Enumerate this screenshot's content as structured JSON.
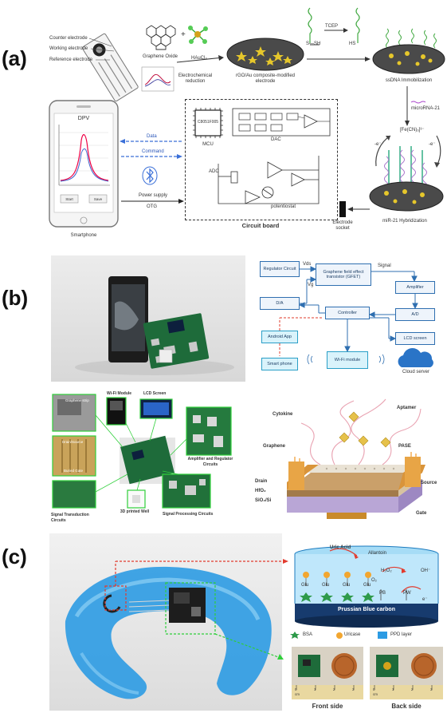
{
  "panel_labels": {
    "a": "(a)",
    "b": "(b)",
    "c": "(c)"
  },
  "panel_a": {
    "electrodes": {
      "counter": "Counter electrode",
      "working": "Working electrode",
      "reference": "Reference electrode"
    },
    "graphene_oxide": "Graphene Oxide",
    "haucl4": "HAuCl₄",
    "electrochemical_reduction": "Electrochemical reduction",
    "rgo_electrode": "rGO/Au composite-modified electrode",
    "tcep": "TCEP",
    "s_sh": "S—SH",
    "hs": "HS",
    "ssdna_immobilization": "ssDNA Immobilization",
    "microrna": "microRNA-21",
    "ferricyanide": "[Fe(CN)₆]³⁻",
    "electron": "-e⁻",
    "mir21_hybridization": "miR-21 Hybridization",
    "electrode_socket": "Electrode socket",
    "circuit_board": "Circuit board",
    "mcu": "MCU",
    "mcu_chip": "C8051F005",
    "dac": "DAC",
    "adc": "ADC",
    "potentiostat": "potentiostat",
    "data": "Data",
    "command": "Command",
    "power_supply": "Power supply",
    "otg": "OTG",
    "smartphone": "Smartphone",
    "dpv": "DPV",
    "phone_btn_left": "Start",
    "phone_btn_right": "Save"
  },
  "panel_b": {
    "regulator": "Regulator Circuit",
    "vds": "Vds",
    "vg": "Vg",
    "gfet": "Graphene field effect transistor (GFET)",
    "signal": "Signal",
    "amplifier": "Amplifier",
    "da": "D/A",
    "controller": "Controller",
    "ad": "A/D",
    "android_app": "Android App",
    "lcd_screen": "LCD screen",
    "wifi_module_box": "Wi-Fi module",
    "smart_phone": "Smart phone",
    "cloud_server": "Cloud server",
    "wifi_module": "Wi-Fi Module",
    "lcd_label": "LCD Screen",
    "amp_reg": "Amplifier and Regulator Circuits",
    "signal_transduction": "Signal Transduction Circuits",
    "printed_well": "3D printed Well",
    "signal_processing": "Signal Processing Circuits",
    "graphene_strip": "Graphene strip",
    "drain_source": "Drain/Source",
    "buried_gate": "Buried Gate",
    "cytokine": "Cytokine",
    "aptamer": "Aptamer",
    "graphene": "Graphene",
    "pase": "PASE",
    "drain": "Drain",
    "hfo2": "HfO₂",
    "sio2": "SiO₂/Si",
    "source": "Source",
    "gate": "Gate"
  },
  "panel_c": {
    "uric_acid": "Uric Acid",
    "allantoin": "Allantoin",
    "h2o2": "H₂O₂",
    "oh": "OH⁻",
    "o2": "O₂",
    "glu": "Glu",
    "pb": "PB",
    "pw": "PW",
    "electron": "e⁻",
    "prussian_blue": "Prussian Blue carbon",
    "bsa": "BSA",
    "uricase": "Uricase",
    "ppd": "PPD layer",
    "ruler_nums": [
      "0",
      "1",
      "2",
      "3"
    ],
    "ruler_nums_b": [
      "0",
      "1",
      "2",
      "3"
    ],
    "cm": "cm",
    "front": "Front side",
    "back": "Back side"
  },
  "colors": {
    "blue_guard": "#2c9be3",
    "pcb_green": "#1f7a3e",
    "box_blue": "#2f6fb0",
    "red_arrow": "#e23b2e",
    "green_arrow": "#2fcf3a",
    "prussian": "#173b6e"
  }
}
